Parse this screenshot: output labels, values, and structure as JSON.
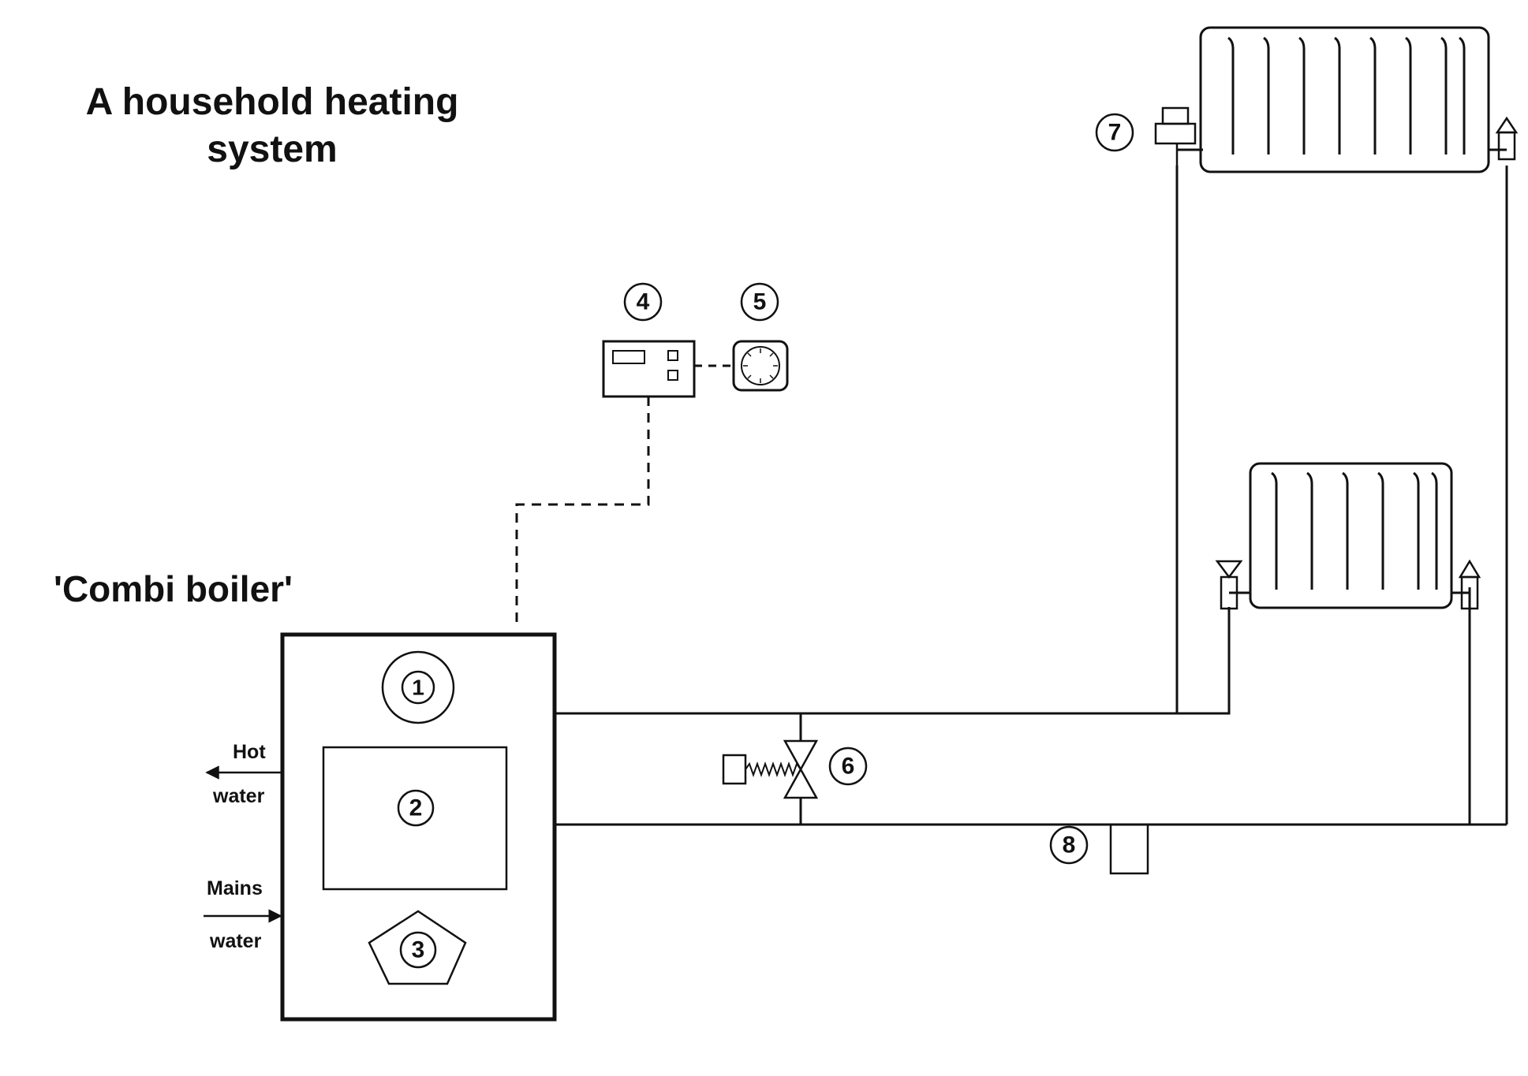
{
  "title": "A household heating system",
  "subtitle": "'Combi boiler'",
  "labels": {
    "hot_top": "Hot",
    "hot_bottom": "water",
    "mains_top": "Mains",
    "mains_bottom": "water"
  },
  "markers": [
    "1",
    "2",
    "3",
    "4",
    "5",
    "6",
    "7",
    "8"
  ],
  "colors": {
    "line": "#111111",
    "background": "#ffffff"
  }
}
